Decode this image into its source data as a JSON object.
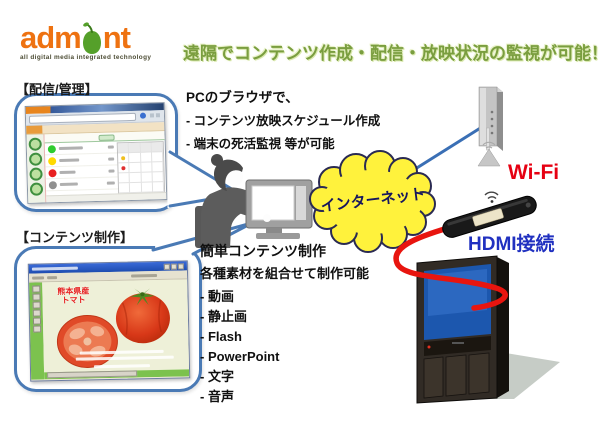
{
  "logo": {
    "part1": "adm",
    "part2": "nt",
    "tagline": "all digital media integrated technology"
  },
  "headline": {
    "text": "遠隔でコンテンツ作成・配信・放映状況の監視が可能！"
  },
  "management": {
    "label": "【配信/管理】",
    "title": "PCのブラウザで、",
    "bullet1": "- コンテンツ放映スケジュール作成",
    "bullet2": "- 端末の死活監視 等が可能"
  },
  "creation": {
    "label": "【コンテンツ制作】",
    "title": "簡単コンテンツ制作",
    "subtitle": "各種素材を組合せて制作可能",
    "materials": [
      "- 動画",
      "- 静止画",
      "- Flash",
      "- PowerPoint",
      "- 文字",
      "- 音声"
    ]
  },
  "network": {
    "cloud": "インターネット",
    "wifi": "Wi-Fi",
    "hdmi": "HDMI接続"
  },
  "slide": {
    "line1": "熊本県産",
    "line2": "トマト"
  },
  "colors": {
    "brand_orange": "#ee7211",
    "brand_green": "#55a02a",
    "headline_green": "#7a9e3f",
    "bubble_blue": "#4a7ab5",
    "cloud_yellow": "#fff23c",
    "wifi_red": "#e60012",
    "hdmi_blue": "#2030c0",
    "cable_red": "#e8150f",
    "status_green": "#2ecc2e",
    "status_yellow": "#ffd900",
    "status_red": "#e82020",
    "status_gray": "#909090"
  }
}
